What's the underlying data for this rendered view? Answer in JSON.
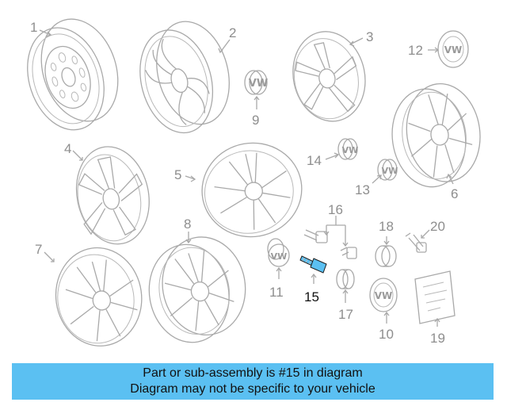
{
  "diagram": {
    "highlight_color": "#5bc0f2",
    "callouts": [
      "1",
      "2",
      "3",
      "4",
      "5",
      "6",
      "7",
      "8",
      "9",
      "10",
      "11",
      "12",
      "13",
      "14",
      "15",
      "16",
      "17",
      "18",
      "19",
      "20"
    ],
    "highlighted_part": "15"
  },
  "banner": {
    "line1": "Part or sub-assembly is #15 in diagram",
    "line2": "Diagram may not be specific to your vehicle",
    "color": "#5bc0f2"
  }
}
